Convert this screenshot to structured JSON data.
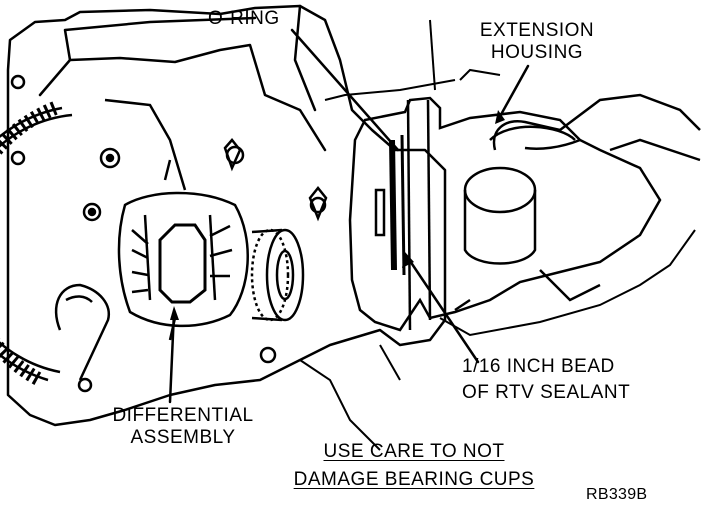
{
  "labels": {
    "o_ring": "O-RING",
    "extension_housing": [
      "EXTENSION",
      "HOUSING"
    ],
    "rtv_bead": [
      "1/16 INCH BEAD",
      "OF RTV SEALANT"
    ],
    "differential_assembly": [
      "DIFFERENTIAL",
      "ASSEMBLY"
    ],
    "caution": [
      "USE CARE TO NOT",
      "DAMAGE BEARING CUPS"
    ],
    "figure_code": "RB339B"
  },
  "colors": {
    "ink": "#000000",
    "paper": "#ffffff"
  }
}
